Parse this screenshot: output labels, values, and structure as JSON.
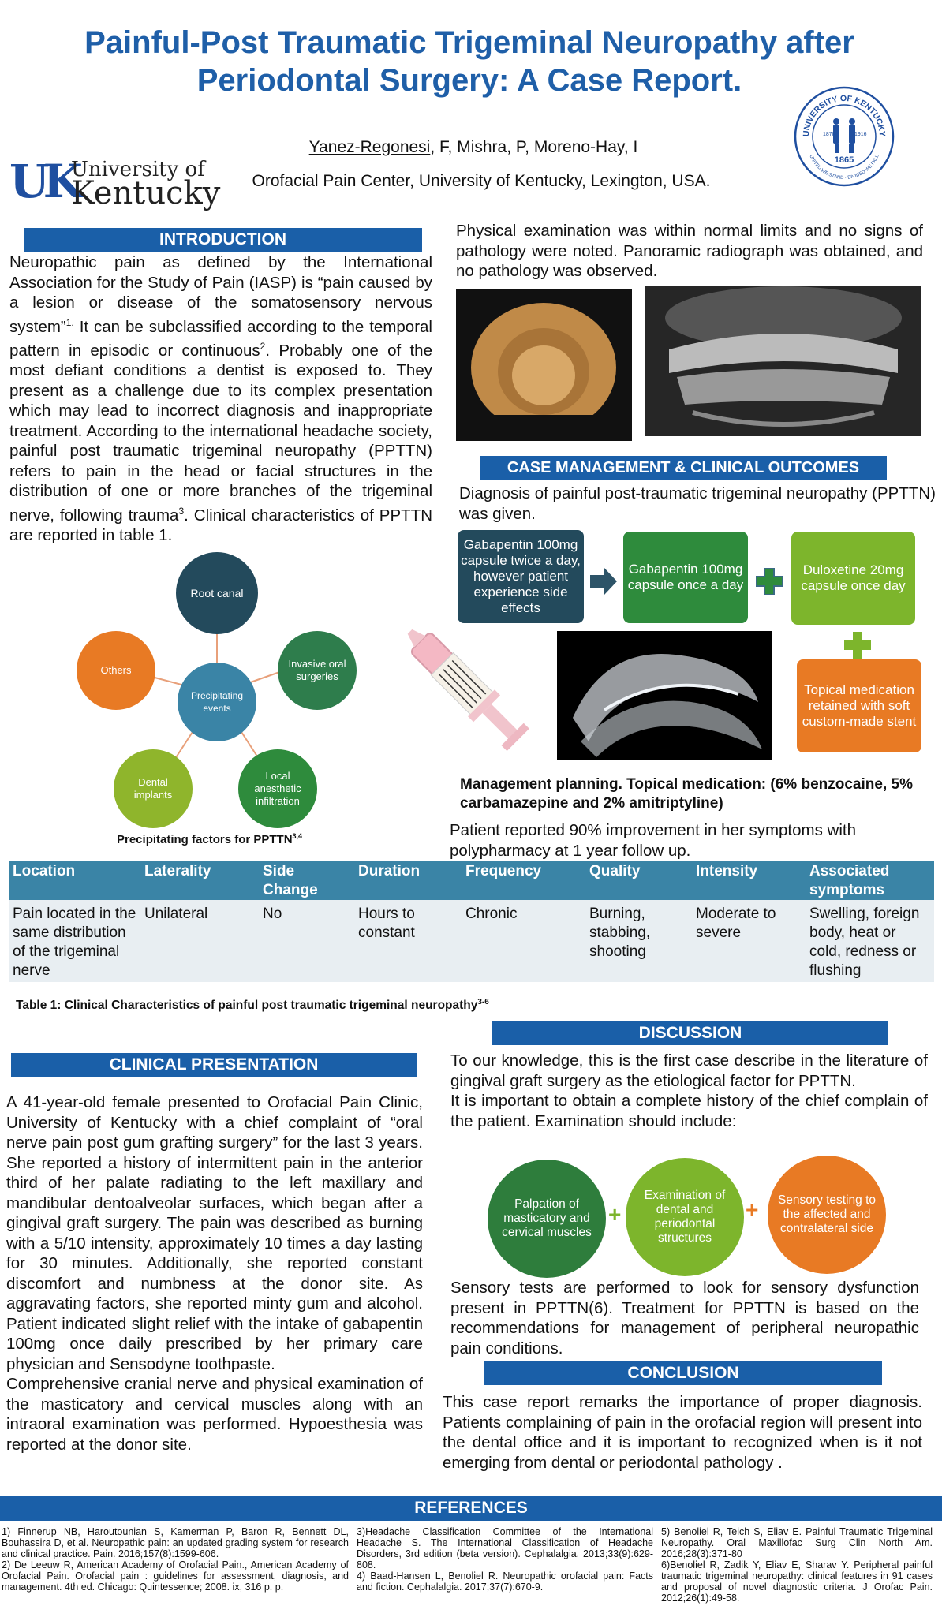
{
  "title": "Painful-Post Traumatic Trigeminal Neuropathy after Periodontal Surgery: A Case Report.",
  "authors": {
    "first": "Yanez-Regonesi",
    "rest": ", F, Mishra, P, Moreno-Hay, I"
  },
  "affiliation": "Orofacial Pain Center, University of Kentucky, Lexington, USA.",
  "logo": {
    "line1": "University of",
    "line2": "Kentucky",
    "mark": "UK"
  },
  "seal": {
    "top_text": "UNIVERSITY OF KENTUCKY",
    "bottom_text": "UNITED WE STAND · DIVIDED WE FALL",
    "year_left": "1878",
    "year_right": "1916",
    "year_bottom": "1865"
  },
  "introduction": {
    "header": "INTRODUCTION",
    "text1": "Neuropathic pain as defined by the International Association for the Study of Pain (IASP) is “pain caused by a lesion or disease of the somatosensory nervous system”",
    "sup1": "1.",
    "text2": " It can be subclassified according to the temporal pattern in episodic or continuous",
    "sup2": "2",
    "text3": ". Probably one of the most defiant conditions a dentist is exposed to.  They present as a challenge due to its complex presentation which may lead to incorrect diagnosis and inappropriate treatment. According to the international headache society, painful post traumatic trigeminal neuropathy (PPTTN) refers to pain in the head or facial structures in the distribution of one or more branches of the trigeminal nerve, following trauma",
    "sup3": "3",
    "text4": ". Clinical characteristics of PPTTN are reported in table 1."
  },
  "diagram": {
    "center": "Precipitating events",
    "nodes": [
      "Root canal",
      "Invasive oral surgeries",
      "Local anesthetic infiltration",
      "Dental implants",
      "Others"
    ],
    "caption": "Precipitating factors for PPTTN",
    "caption_sup": "3,4"
  },
  "exam": {
    "text": "Physical examination was within normal limits   and no signs of pathology were noted. Panoramic radiograph was obtained, and no pathology was observed."
  },
  "case_management": {
    "header": "CASE MANAGEMENT & CLINICAL OUTCOMES",
    "diagnosis": "Diagnosis of painful post-traumatic trigeminal neuropathy (PPTTN) was given.",
    "steps": [
      "Gabapentin 100mg capsule twice a day, however patient experience side effects",
      "Gabapentin 100mg capsule once a day",
      "Duloxetine 20mg capsule once day",
      "Topical medication retained with soft custom-made stent"
    ],
    "planning": "Management planning. Topical medication: (6% benzocaine, 5% carbamazepine and 2% amitriptyline)",
    "outcome": "Patient reported 90% improvement in her symptoms with polypharmacy at 1 year follow up."
  },
  "table": {
    "headers": [
      "Location",
      "Laterality",
      "Side Change",
      "Duration",
      "Frequency",
      "Quality",
      "Intensity",
      "Associated symptoms"
    ],
    "row": [
      "Pain located in the same distribution of the trigeminal nerve",
      "Unilateral",
      "No",
      "Hours to constant",
      "Chronic",
      "Burning, stabbing, shooting",
      "Moderate to severe",
      "Swelling, foreign body, heat or cold, redness or flushing"
    ],
    "caption": "Table 1: Clinical Characteristics of painful post traumatic trigeminal neuropathy",
    "caption_sup": "3-6"
  },
  "clinical": {
    "header": "CLINICAL PRESENTATION",
    "text": "A 41-year-old female presented to Orofacial Pain Clinic, University of Kentucky with a chief complaint of “oral nerve pain post gum grafting surgery” for the last 3 years. She reported a history of intermittent pain in the anterior third of her palate radiating to the left maxillary and mandibular dentoalveolar surfaces, which began  after a gingival graft surgery. The pain was described as burning with a 5/10 intensity, approximately 10 times a day lasting for 30 minutes.  Additionally,  she  reported  constant discomfort and numbness at the donor site. As aggravating factors, she reported minty gum and alcohol. Patient indicated slight relief with the intake of gabapentin 100mg  once daily prescribed by her primary care physician and Sensodyne toothpaste.",
    "text2": "Comprehensive  cranial  nerve  and  physical examination of the masticatory and cervical muscles along with an intraoral examination was performed. Hypoesthesia   was reported at the donor site."
  },
  "discussion": {
    "header": "DISCUSSION",
    "text1": "To our knowledge, this is the first case describe in the literature of gingival graft surgery as the etiological factor for PPTTN.",
    "text2": "It is important to obtain a complete history of the chief complain of the patient. Examination should include:",
    "exams": [
      "Palpation of masticatory and cervical muscles",
      "Examination of dental and periodontal structures",
      "Sensory testing to the affected and contralateral side"
    ],
    "text3": "Sensory tests are performed to look for sensory dysfunction present in PPTTN(6). Treatment for PPTTN is based on the recommendations for management of peripheral neuropathic pain conditions."
  },
  "conclusion": {
    "header": "CONCLUSION",
    "text": "This case report remarks the importance of proper diagnosis. Patients complaining of pain in the orofacial region will present into the dental office and it is important to recognized when is it not emerging from dental or periodontal pathology ."
  },
  "references": {
    "header": "REFERENCES",
    "col1": [
      "1) Finnerup NB, Haroutounian S, Kamerman P, Baron R, Bennett DL, Bouhassira D, et al. Neuropathic pain: an updated grading system for research and clinical practice. Pain. 2016;157(8):1599-606.",
      "2) De Leeuw R, American Academy of Orofacial Pain., American Academy of Orofacial Pain. Orofacial pain : guidelines for assessment, diagnosis, and management. 4th ed. Chicago: Quintessence; 2008. ix, 316 p. p."
    ],
    "col2": [
      "3)Headache Classification Committee of the International Headache S. The International Classification of Headache Disorders, 3rd edition (beta version). Cephalalgia. 2013;33(9):629-808.",
      "4) Baad-Hansen L, Benoliel R. Neuropathic orofacial pain: Facts and fiction. Cephalalgia. 2017;37(7):670-9."
    ],
    "col3": [
      "5) Benoliel R, Teich S, Eliav E. Painful Traumatic Trigeminal Neuropathy. Oral Maxillofac Surg Clin North Am. 2016;28(3):371-80",
      "6)Benoliel R, Zadik Y, Eliav E, Sharav Y. Peripheral painful traumatic trigeminal neuropathy: clinical features in 91 cases and proposal of novel diagnostic criteria. J Orofac Pain. 2012;26(1):49-58."
    ]
  },
  "colors": {
    "title_blue": "#1f5fa8",
    "header_blue": "#1a5fa8",
    "dark_teal": "#234a5c",
    "green_dark": "#2e7d3c",
    "green_light": "#7db52c",
    "orange": "#e87a24",
    "table_header": "#3a84a6"
  }
}
